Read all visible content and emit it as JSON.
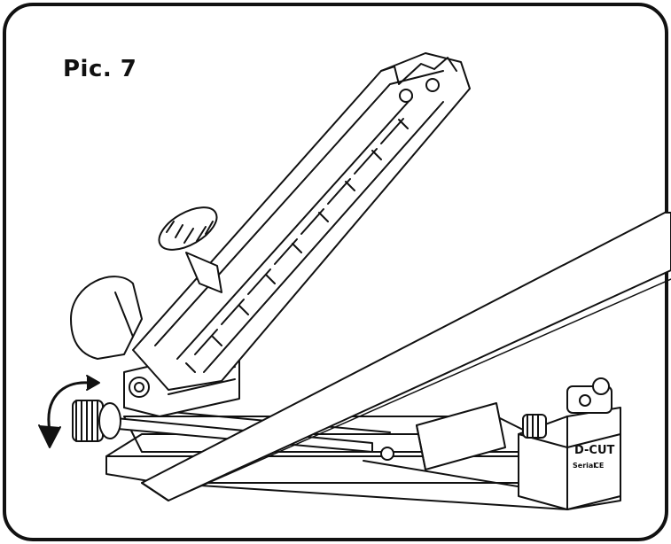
{
  "figure": {
    "caption": "Pic. 7",
    "brand_plate": "D-CUT",
    "plate_line1": "Serial",
    "plate_line2": "CE"
  },
  "colors": {
    "ink": "#111111",
    "paper": "#ffffff",
    "shade": "#dcdcdc"
  },
  "icons": [
    "rotation-arrow-icon"
  ]
}
